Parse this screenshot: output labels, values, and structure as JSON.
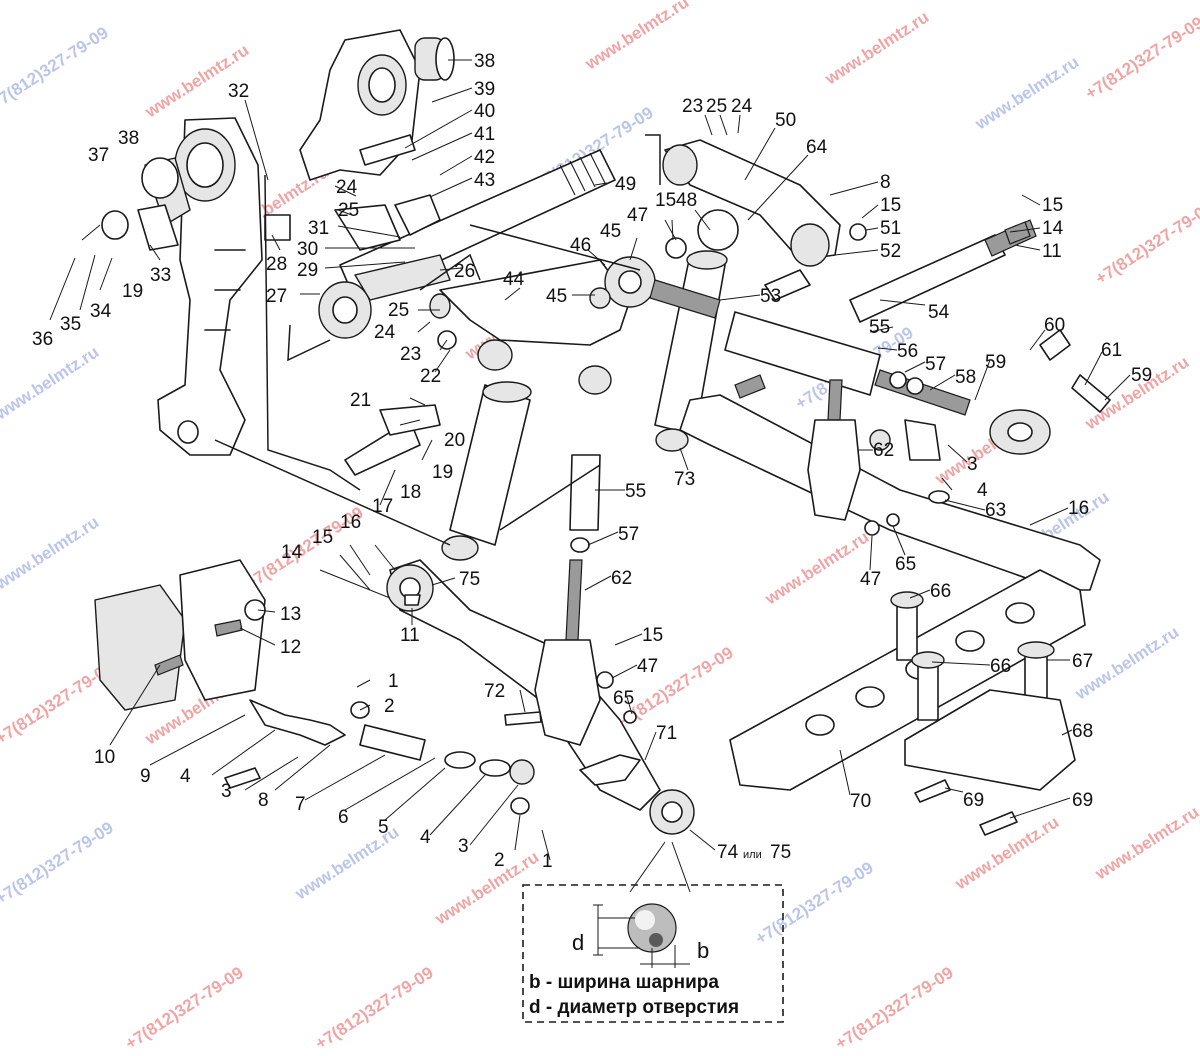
{
  "watermarks": [
    "www.belmtz.ru",
    "+7(812)327-79-09"
  ],
  "callouts": [
    {
      "id": "l1",
      "text": "38"
    },
    {
      "id": "l2",
      "text": "39"
    },
    {
      "id": "l3",
      "text": "40"
    },
    {
      "id": "l4",
      "text": "41"
    },
    {
      "id": "l5",
      "text": "42"
    },
    {
      "id": "l6",
      "text": "43"
    },
    {
      "id": "l7",
      "text": "32"
    },
    {
      "id": "l8",
      "text": "37"
    },
    {
      "id": "l9",
      "text": "38"
    },
    {
      "id": "l10",
      "text": "24"
    },
    {
      "id": "l11",
      "text": "25"
    },
    {
      "id": "l12",
      "text": "31"
    },
    {
      "id": "l13",
      "text": "30"
    },
    {
      "id": "l14",
      "text": "29"
    },
    {
      "id": "l15",
      "text": "26"
    },
    {
      "id": "l16",
      "text": "27"
    },
    {
      "id": "l17",
      "text": "28"
    },
    {
      "id": "l18",
      "text": "33"
    },
    {
      "id": "l19",
      "text": "19"
    },
    {
      "id": "l20",
      "text": "34"
    },
    {
      "id": "l21",
      "text": "35"
    },
    {
      "id": "l22",
      "text": "36"
    },
    {
      "id": "l23",
      "text": "25"
    },
    {
      "id": "l24",
      "text": "24"
    },
    {
      "id": "l25",
      "text": "23"
    },
    {
      "id": "l26",
      "text": "22"
    },
    {
      "id": "l27",
      "text": "21"
    },
    {
      "id": "l28",
      "text": "20"
    },
    {
      "id": "l29",
      "text": "19"
    },
    {
      "id": "l30",
      "text": "18"
    },
    {
      "id": "l31",
      "text": "17"
    },
    {
      "id": "l32",
      "text": "16"
    },
    {
      "id": "l33",
      "text": "15"
    },
    {
      "id": "l34",
      "text": "14"
    },
    {
      "id": "l35",
      "text": "75"
    },
    {
      "id": "l36",
      "text": "11"
    },
    {
      "id": "l37",
      "text": "13"
    },
    {
      "id": "l38",
      "text": "12"
    },
    {
      "id": "l39",
      "text": "10"
    },
    {
      "id": "l40",
      "text": "9"
    },
    {
      "id": "l41",
      "text": "1"
    },
    {
      "id": "l42",
      "text": "2"
    },
    {
      "id": "l43",
      "text": "4"
    },
    {
      "id": "l44",
      "text": "3"
    },
    {
      "id": "l45",
      "text": "8"
    },
    {
      "id": "l46",
      "text": "7"
    },
    {
      "id": "l47",
      "text": "6"
    },
    {
      "id": "l48",
      "text": "5"
    },
    {
      "id": "l49",
      "text": "4"
    },
    {
      "id": "l50",
      "text": "3"
    },
    {
      "id": "l51",
      "text": "2"
    },
    {
      "id": "l52",
      "text": "1"
    },
    {
      "id": "l53",
      "text": "49"
    },
    {
      "id": "l54",
      "text": "44"
    },
    {
      "id": "l55",
      "text": "45"
    },
    {
      "id": "l56",
      "text": "46"
    },
    {
      "id": "l57",
      "text": "45"
    },
    {
      "id": "l58",
      "text": "47"
    },
    {
      "id": "l59",
      "text": "15"
    },
    {
      "id": "l60",
      "text": "48"
    },
    {
      "id": "l61",
      "text": "23"
    },
    {
      "id": "l62",
      "text": "25"
    },
    {
      "id": "l63",
      "text": "24"
    },
    {
      "id": "l64",
      "text": "50"
    },
    {
      "id": "l65",
      "text": "64"
    },
    {
      "id": "l66",
      "text": "8"
    },
    {
      "id": "l67",
      "text": "15"
    },
    {
      "id": "l68",
      "text": "51"
    },
    {
      "id": "l69",
      "text": "52"
    },
    {
      "id": "l70",
      "text": "53"
    },
    {
      "id": "l71",
      "text": "54"
    },
    {
      "id": "l72",
      "text": "15"
    },
    {
      "id": "l73",
      "text": "14"
    },
    {
      "id": "l74",
      "text": "11"
    },
    {
      "id": "l75",
      "text": "55"
    },
    {
      "id": "l76",
      "text": "56"
    },
    {
      "id": "l77",
      "text": "57"
    },
    {
      "id": "l78",
      "text": "58"
    },
    {
      "id": "l79",
      "text": "59"
    },
    {
      "id": "l80",
      "text": "60"
    },
    {
      "id": "l81",
      "text": "61"
    },
    {
      "id": "l82",
      "text": "59"
    },
    {
      "id": "l83",
      "text": "62"
    },
    {
      "id": "l84",
      "text": "3"
    },
    {
      "id": "l85",
      "text": "4"
    },
    {
      "id": "l86",
      "text": "63"
    },
    {
      "id": "l87",
      "text": "16"
    },
    {
      "id": "l88",
      "text": "73"
    },
    {
      "id": "l89",
      "text": "55"
    },
    {
      "id": "l90",
      "text": "57"
    },
    {
      "id": "l91",
      "text": "62"
    },
    {
      "id": "l92",
      "text": "47"
    },
    {
      "id": "l93",
      "text": "65"
    },
    {
      "id": "l94",
      "text": "66"
    },
    {
      "id": "l95",
      "text": "66"
    },
    {
      "id": "l96",
      "text": "67"
    },
    {
      "id": "l97",
      "text": "68"
    },
    {
      "id": "l98",
      "text": "15"
    },
    {
      "id": "l99",
      "text": "47"
    },
    {
      "id": "l100",
      "text": "65"
    },
    {
      "id": "l101",
      "text": "72"
    },
    {
      "id": "l102",
      "text": "71"
    },
    {
      "id": "l103",
      "text": "70"
    },
    {
      "id": "l104",
      "text": "69"
    },
    {
      "id": "l105",
      "text": "69"
    },
    {
      "id": "l106",
      "text": "74"
    },
    {
      "id": "l107",
      "text": "или"
    },
    {
      "id": "l108",
      "text": "75"
    }
  ],
  "legend": {
    "dim_d": "d",
    "dim_b": "b",
    "line_b": "b -  ширина шарнира",
    "line_d": "d - диаметр отверстия"
  }
}
